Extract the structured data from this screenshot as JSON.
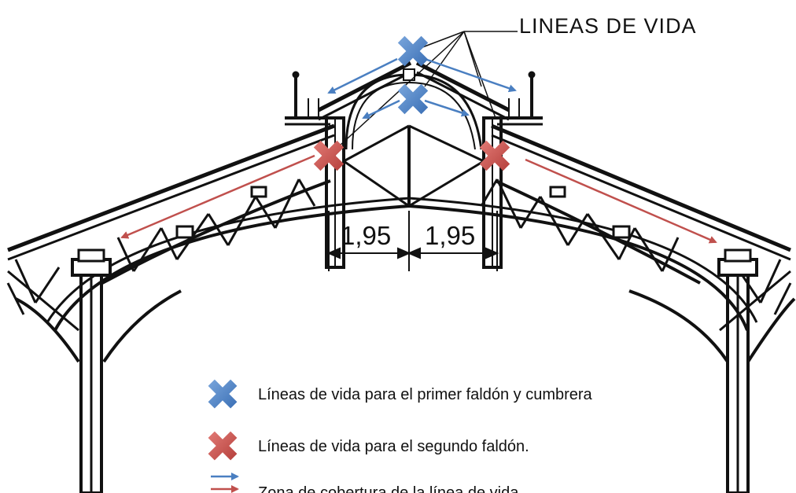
{
  "title": "LINEAS DE VIDA",
  "dimensions": {
    "left": "1,95",
    "right": "1,95"
  },
  "legend": {
    "blue_marker": "Líneas de vida para el primer faldón y cumbrera",
    "red_marker": "Líneas de vida para el segundo faldón.",
    "arrows": "Zona de cobertura de la línea de vida"
  },
  "colors": {
    "blue": "#4a7fc1",
    "red": "#c0504d",
    "steel": "#111111",
    "background": "#ffffff"
  },
  "icons": {
    "blue_marker": "blue-cross-icon",
    "red_marker": "red-cross-icon",
    "blue_arrow": "blue-arrow-icon",
    "red_arrow": "red-arrow-icon"
  }
}
